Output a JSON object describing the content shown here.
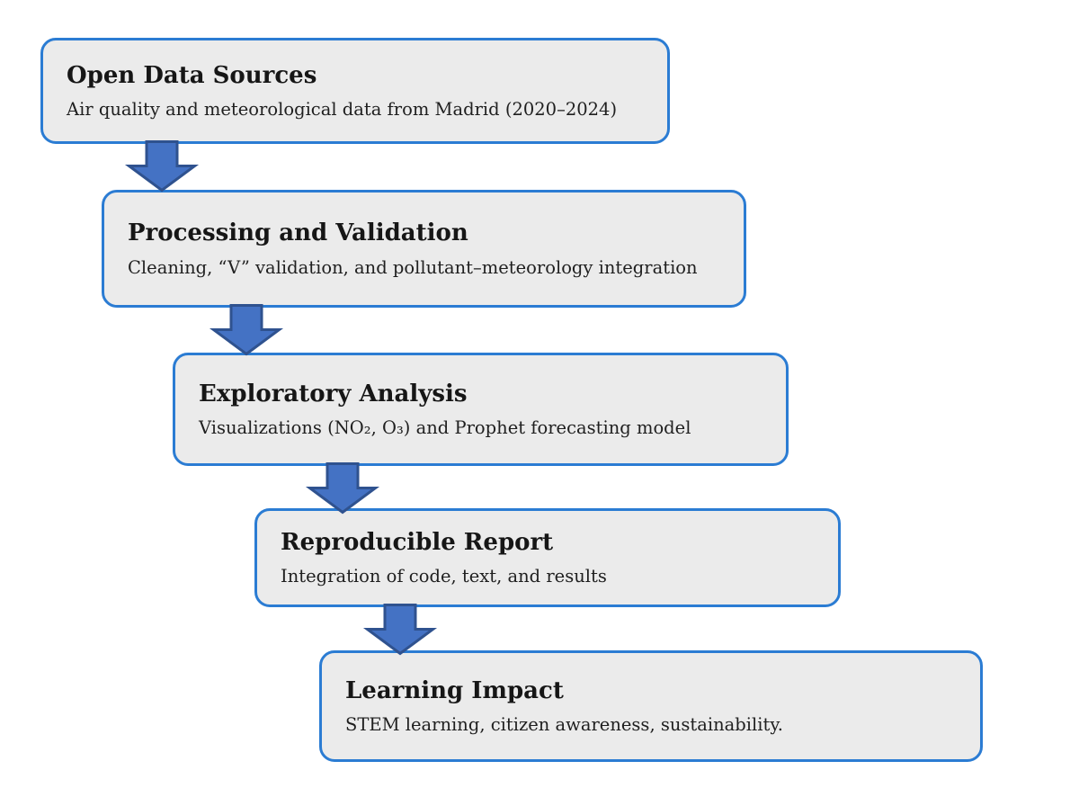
{
  "flowchart": {
    "steps": [
      {
        "title": "Open Data Sources",
        "subtitle": "Air quality and meteorological data from Madrid (2020–2024)"
      },
      {
        "title": "Processing and Validation",
        "subtitle": "Cleaning, “V” validation, and pollutant–meteorology integration"
      },
      {
        "title": "Exploratory Analysis",
        "subtitle": "Visualizations (NO₂, O₃) and Prophet forecasting model"
      },
      {
        "title": "Reproducible Report",
        "subtitle": "Integration of code, text, and results"
      },
      {
        "title": "Learning Impact",
        "subtitle": "STEM learning, citizen awareness, sustainability."
      }
    ],
    "colors": {
      "background": "#FFFFFF",
      "box_fill": "#EBEBEB",
      "box_border": "#2B7CD3",
      "arrow_fill": "#4472C4",
      "arrow_border": "#2F528F",
      "text": "#161616"
    }
  }
}
